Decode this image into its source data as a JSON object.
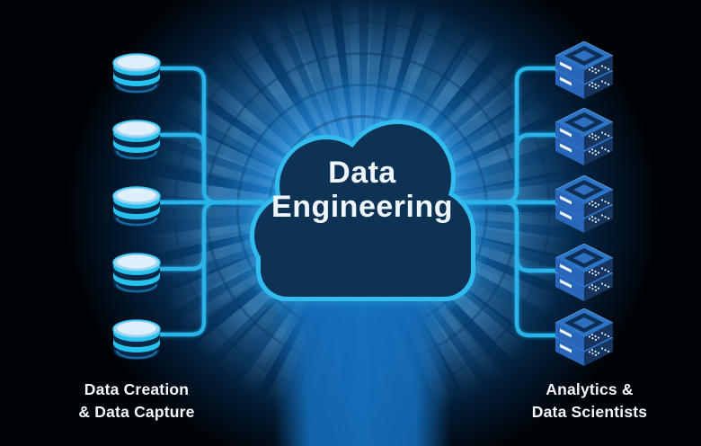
{
  "cloud": {
    "title_line1": "Data",
    "title_line2": "Engineering"
  },
  "sources": {
    "label_line1": "Data Creation",
    "label_line2": "& Data Capture",
    "icon": "database-cylinder",
    "count": 5
  },
  "consumers": {
    "label_line1": "Analytics &",
    "label_line2": "Data Scientists",
    "icon": "server-stack",
    "count": 5
  },
  "colors": {
    "background_edge": "#000204",
    "glow_center": "#1d7fcd",
    "burst_tile": "#85c7f3",
    "connector": "#2bb3e8",
    "cloud_fill": "#0e3254",
    "cloud_outline": "#33bbee",
    "title_text": "#eef5fc",
    "label_text": "#f4f8fd",
    "db_band": "#27c3ef",
    "db_top": "#dfeefb",
    "server_body": "#2d73c6"
  }
}
